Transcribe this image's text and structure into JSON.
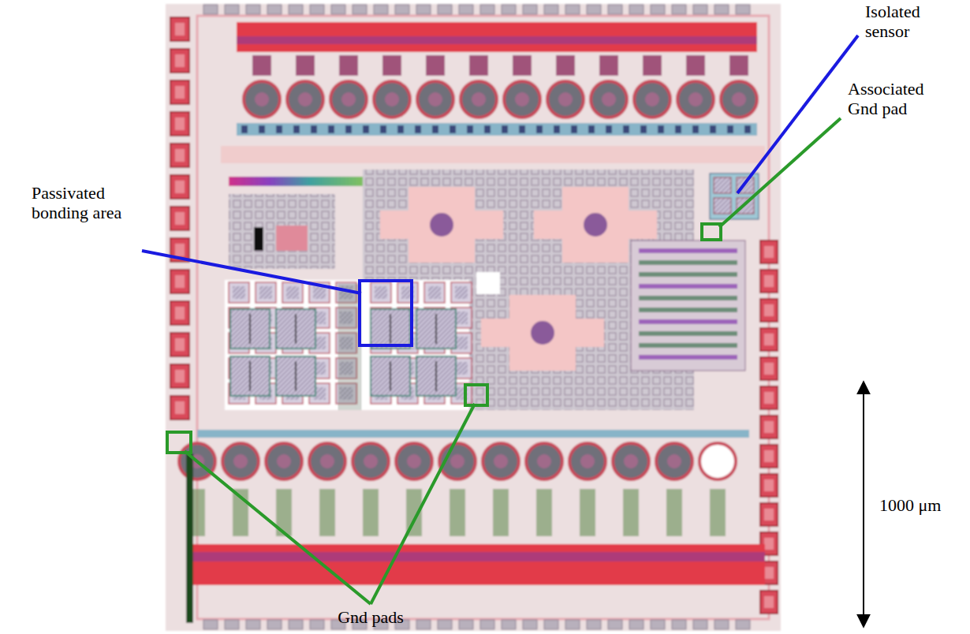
{
  "diagram": {
    "labels": [
      "Isolated sensor",
      "Associated Gnd pad",
      "Passivated bonding area",
      "1000 μm",
      "Gnd pads"
    ]
  }
}
